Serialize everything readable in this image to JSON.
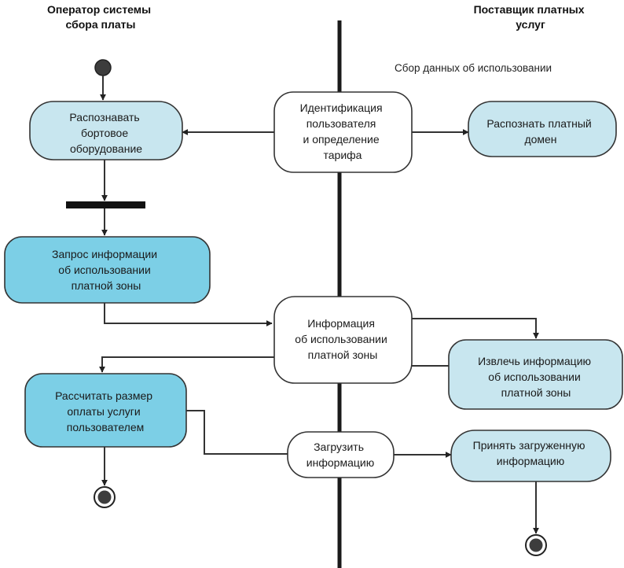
{
  "lanes": {
    "left_title": [
      "Оператор системы",
      "сбора платы"
    ],
    "right_title": [
      "Поставщик платных",
      "услуг"
    ]
  },
  "note": "Сбор данных об использовании",
  "nodes": {
    "recognize_equipment": {
      "lines": [
        "Распознавать",
        "бортовое",
        "оборудование"
      ],
      "fill": "#c8e6ef"
    },
    "identify_user": {
      "lines": [
        "Идентификация",
        "пользователя",
        "и определение",
        "тарифа"
      ],
      "fill": "#ffffff"
    },
    "recognize_domain": {
      "lines": [
        "Распознать платный",
        "домен"
      ],
      "fill": "#c8e6ef"
    },
    "request_info": {
      "lines": [
        "Запрос информации",
        "об использовании",
        "платной зоны"
      ],
      "fill": "#7ccfe6"
    },
    "usage_info": {
      "lines": [
        "Информация",
        "об использовании",
        "платной зоны"
      ],
      "fill": "#ffffff"
    },
    "extract_info": {
      "lines": [
        "Извлечь информацию",
        "об использовании",
        "платной зоны"
      ],
      "fill": "#c8e6ef"
    },
    "calculate_fee": {
      "lines": [
        "Рассчитать размер",
        "оплаты услуги",
        "пользователем"
      ],
      "fill": "#7ccfe6"
    },
    "upload_info": {
      "lines": [
        "Загрузить",
        "информацию"
      ],
      "fill": "#ffffff"
    },
    "accept_info": {
      "lines": [
        "Принять загруженную",
        "информацию"
      ],
      "fill": "#c8e6ef"
    }
  },
  "colors": {
    "stroke": "#333333",
    "lane_divider": "#1a1a1a",
    "fork_bar": "#111111",
    "initial": "#3d3d3d"
  }
}
